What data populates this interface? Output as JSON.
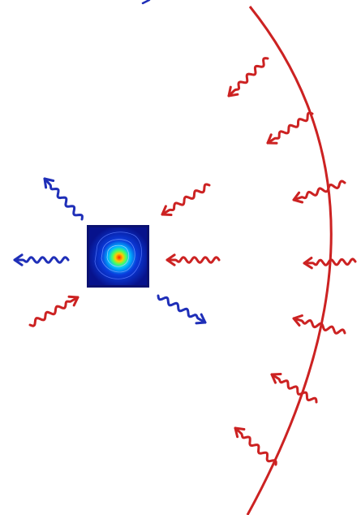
{
  "diagram": {
    "colors": {
      "background": "#ffffff",
      "incoming": "#cc2222",
      "outgoing": "#1f2fb8",
      "boundary": "#cc2222",
      "frame": "#0a1170"
    },
    "boundary": {
      "kind": "arc"
    },
    "source": {
      "kind": "heatmap-square",
      "icon": "clump-heatmap-icon"
    },
    "incoming_radiation": {
      "kind": "wavy-arrow",
      "icon": "incoming-wavy-arrow-icon"
    },
    "outgoing_radiation": {
      "kind": "wavy-arrow",
      "icon": "outgoing-wavy-arrow-icon"
    }
  }
}
